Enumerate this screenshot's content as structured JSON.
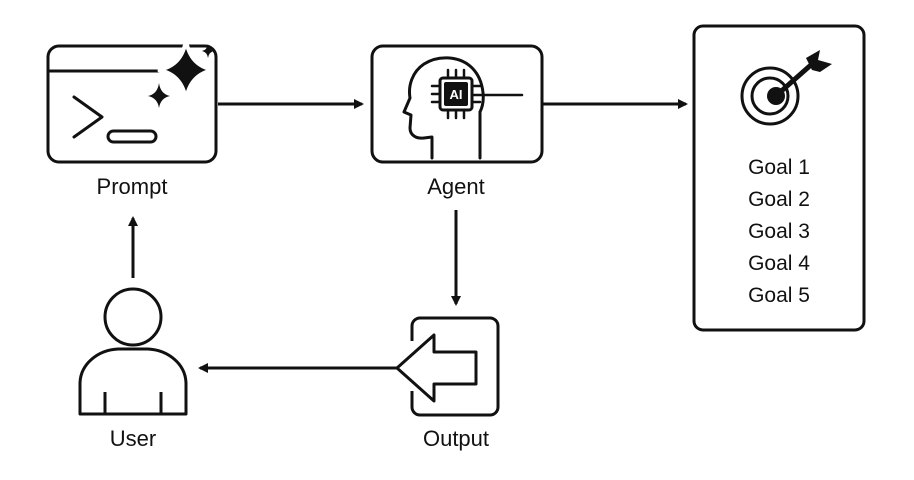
{
  "nodes": {
    "prompt": {
      "label": "Prompt",
      "icon": "terminal-sparkle-icon"
    },
    "agent": {
      "label": "Agent",
      "icon": "ai-head-icon",
      "chip_text": "AI"
    },
    "goals": {
      "icon": "target-icon",
      "items": [
        "Goal 1",
        "Goal 2",
        "Goal 3",
        "Goal 4",
        "Goal 5"
      ]
    },
    "output": {
      "label": "Output",
      "icon": "output-arrow-icon"
    },
    "user": {
      "label": "User",
      "icon": "user-icon"
    }
  },
  "colors": {
    "stroke": "#111111",
    "background": "#ffffff"
  }
}
